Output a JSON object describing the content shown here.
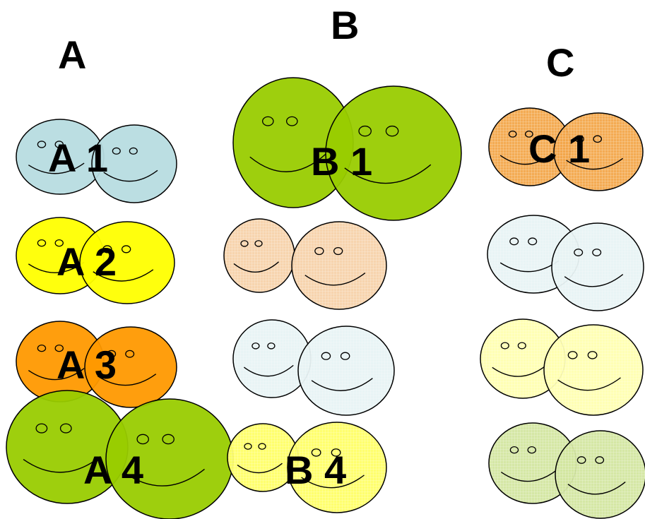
{
  "headers": {
    "a": "A",
    "b": "B",
    "c": "C"
  },
  "colors": {
    "lightblue": "#b7dce0",
    "yellow": "#ffff00",
    "orange": "#ff9900",
    "green": "#99cc00",
    "orange_pattern": "#f3a64a",
    "peach_pattern": "#f7d2aa",
    "ice_pattern": "#e7f3f4",
    "lightyellow_pattern": "#ffffb0",
    "yellow_pattern": "#ffff66",
    "lightgreen_pattern": "#d3e6a0",
    "outline": "#000000"
  },
  "labels": {
    "a1": "A 1",
    "a2": "A 2",
    "a3": "A 3",
    "a4": "A 4",
    "b1": "B 1",
    "b4": "B 4",
    "c1": "C 1"
  },
  "pairs": [
    {
      "id": "a1",
      "name": "smiley-pair-a1",
      "fill": "lightblue",
      "label": "a1"
    },
    {
      "id": "a2",
      "name": "smiley-pair-a2",
      "fill": "yellow",
      "label": "a2"
    },
    {
      "id": "a3",
      "name": "smiley-pair-a3",
      "fill": "orange",
      "label": "a3"
    },
    {
      "id": "a4",
      "name": "smiley-pair-a4",
      "fill": "green",
      "label": "a4"
    },
    {
      "id": "b1",
      "name": "smiley-pair-b1",
      "fill": "green",
      "label": "b1"
    },
    {
      "id": "b2",
      "name": "smiley-pair-b2",
      "fill": "peach_pattern",
      "label": null
    },
    {
      "id": "b3",
      "name": "smiley-pair-b3",
      "fill": "ice_pattern",
      "label": null
    },
    {
      "id": "b4",
      "name": "smiley-pair-b4",
      "fill": "yellow_pattern",
      "label": "b4"
    },
    {
      "id": "c1",
      "name": "smiley-pair-c1",
      "fill": "orange_pattern",
      "label": "c1"
    },
    {
      "id": "c2",
      "name": "smiley-pair-c2",
      "fill": "ice_pattern",
      "label": null
    },
    {
      "id": "c3",
      "name": "smiley-pair-c3",
      "fill": "lightyellow_pattern",
      "label": null
    },
    {
      "id": "c4",
      "name": "smiley-pair-c4",
      "fill": "lightgreen_pattern",
      "label": null
    }
  ]
}
